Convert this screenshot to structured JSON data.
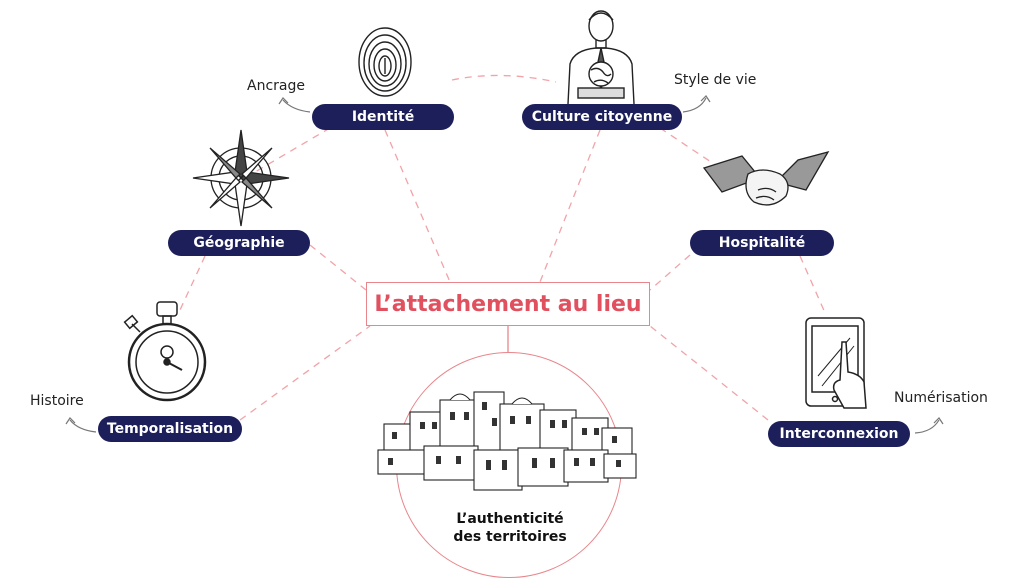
{
  "center": {
    "title": "L’attachement au lieu"
  },
  "circle": {
    "line1": "L’authenticité",
    "line2": "des territoires"
  },
  "nodes": {
    "identite": "Identité",
    "culture": "Culture citoyenne",
    "geographie": "Géographie",
    "hospitalite": "Hospitalité",
    "temporalisation": "Temporalisation",
    "interconnexion": "Interconnexion"
  },
  "labels": {
    "ancrage": "Ancrage",
    "style_de_vie": "Style de vie",
    "histoire": "Histoire",
    "numerisation": "Numérisation"
  },
  "icons": [
    "fingerprint-icon",
    "man-with-globe-icon",
    "compass-rose-icon",
    "handshake-icon",
    "stopwatch-icon",
    "tablet-touch-icon",
    "village-icon"
  ],
  "colors": {
    "node_fill": "#1c1f5a",
    "accent": "#e0505e",
    "connector": "#f0a0a6"
  }
}
